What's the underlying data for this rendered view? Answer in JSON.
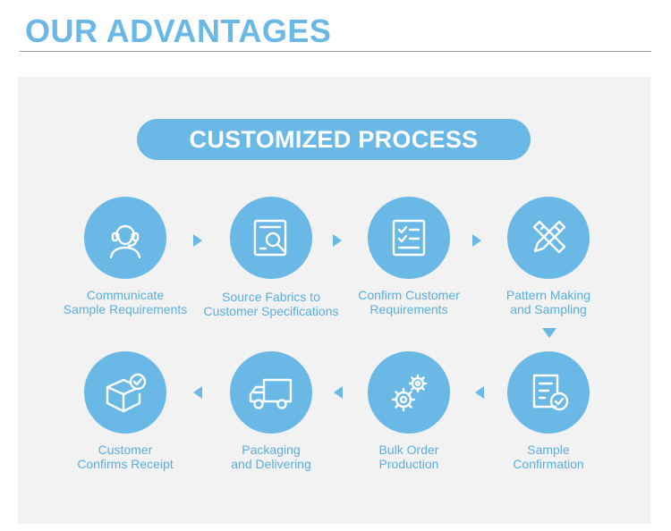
{
  "header": {
    "title": "OUR ADVANTAGES"
  },
  "banner": {
    "label": "CUSTOMIZED PROCESS"
  },
  "colors": {
    "accent": "#6ab8e6",
    "panel": "#f2f2f2",
    "label_text": "#5aaedf"
  },
  "steps": [
    {
      "icon": "headset-person-icon",
      "line1": "Communicate",
      "line2": "Sample Requirements"
    },
    {
      "icon": "fabric-search-icon",
      "line1": "Source Fabrics to",
      "line2": "Customer Specifications"
    },
    {
      "icon": "checklist-icon",
      "line1": "Confirm Customer",
      "line2": "Requirements"
    },
    {
      "icon": "pencil-ruler-icon",
      "line1": "Pattern Making",
      "line2": "and Sampling"
    },
    {
      "icon": "document-check-icon",
      "line1": "Sample",
      "line2": "Confirmation"
    },
    {
      "icon": "gears-icon",
      "line1": "Bulk Order",
      "line2": "Production"
    },
    {
      "icon": "delivery-truck-icon",
      "line1": "Packaging",
      "line2": "and Delivering"
    },
    {
      "icon": "box-check-icon",
      "line1": "Customer",
      "line2": "Confirms Receipt"
    }
  ]
}
